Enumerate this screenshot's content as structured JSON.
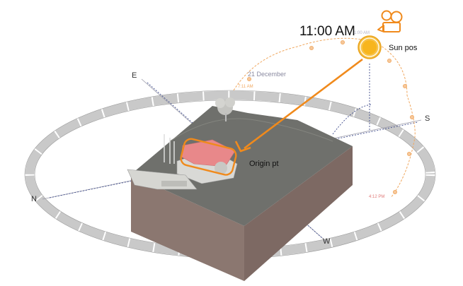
{
  "current_time": "11:00 AM",
  "sun_time_small": "1:00 AM",
  "sunrise_time": "7:11 AM",
  "sunset_time": "4:12 PM",
  "date": "21 December",
  "callouts": {
    "sun": "Sun pos",
    "origin": "Origin pt"
  },
  "compass": {
    "north": "N",
    "south": "S",
    "east": "E",
    "west": "W"
  },
  "icons": {
    "camera": "video-camera-icon"
  },
  "colors": {
    "accent": "#f08a1c",
    "sun": "#f7b51e",
    "roof": "#e8888a",
    "terrain": "#6f706c",
    "soil": "#8b7770"
  }
}
